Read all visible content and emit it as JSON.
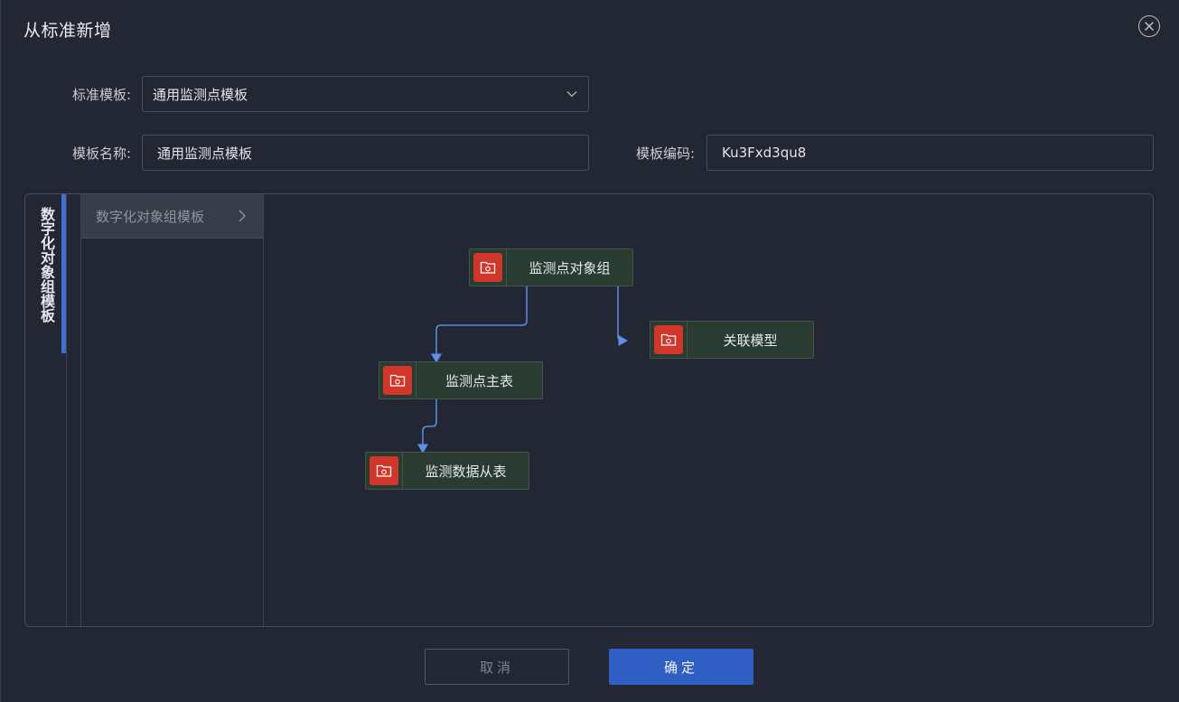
{
  "dialog": {
    "title": "从标准新增"
  },
  "form": {
    "template_label": "标准模板:",
    "template_value": "通用监测点模板",
    "name_label": "模板名称:",
    "name_value": "通用监测点模板",
    "code_label": "模板编码:",
    "code_value": "Ku3Fxd3qu8"
  },
  "panel": {
    "vertical_tab": "数字化对象组模板",
    "group_item": "数字化对象组模板",
    "nodes": [
      {
        "label": "监测点对象组",
        "icon": "folder-sync-icon"
      },
      {
        "label": "关联模型",
        "icon": "folder-sync-icon"
      },
      {
        "label": "监测点主表",
        "icon": "folder-sync-icon"
      },
      {
        "label": "监测数据从表",
        "icon": "folder-sync-icon"
      }
    ]
  },
  "footer": {
    "cancel_label": "取消",
    "ok_label": "确定"
  },
  "colors": {
    "accent": "#3f6fd6",
    "primary_button": "#2f5ec4",
    "node_icon": "#d2352a",
    "link": "#5b8ee6"
  }
}
